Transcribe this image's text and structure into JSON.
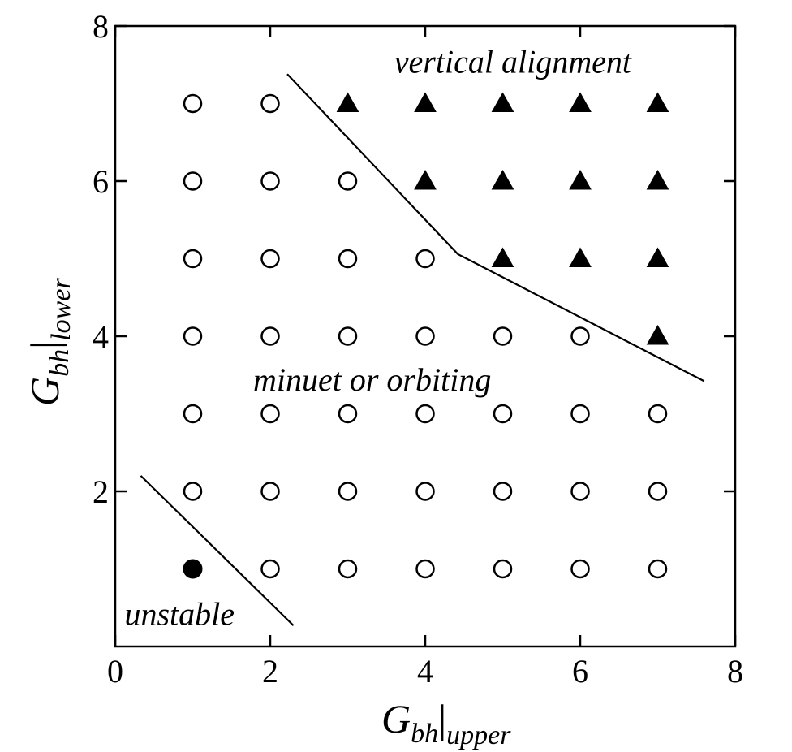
{
  "chart_data": {
    "type": "scatter",
    "title": "",
    "xlabel": {
      "main": "G",
      "sub": "bh",
      "bar": "|",
      "index": "upper"
    },
    "ylabel": {
      "main": "G",
      "sub": "bh",
      "bar": "|",
      "index": "lower"
    },
    "xlim": [
      0,
      8
    ],
    "ylim": [
      0,
      8
    ],
    "xticks": [
      0,
      2,
      4,
      6,
      8
    ],
    "yticks": [
      2,
      4,
      6,
      8
    ],
    "xtick_labels": [
      "0",
      "2",
      "4",
      "6",
      "8"
    ],
    "ytick_labels": [
      "2",
      "4",
      "6",
      "8"
    ],
    "grid": false,
    "series": [
      {
        "marker": "open-circle",
        "points": [
          [
            1,
            7
          ],
          [
            2,
            7
          ],
          [
            1,
            6
          ],
          [
            2,
            6
          ],
          [
            3,
            6
          ],
          [
            1,
            5
          ],
          [
            2,
            5
          ],
          [
            3,
            5
          ],
          [
            4,
            5
          ],
          [
            1,
            4
          ],
          [
            2,
            4
          ],
          [
            3,
            4
          ],
          [
            4,
            4
          ],
          [
            5,
            4
          ],
          [
            6,
            4
          ],
          [
            1,
            3
          ],
          [
            2,
            3
          ],
          [
            3,
            3
          ],
          [
            4,
            3
          ],
          [
            5,
            3
          ],
          [
            6,
            3
          ],
          [
            7,
            3
          ],
          [
            1,
            2
          ],
          [
            2,
            2
          ],
          [
            3,
            2
          ],
          [
            4,
            2
          ],
          [
            5,
            2
          ],
          [
            6,
            2
          ],
          [
            7,
            2
          ],
          [
            2,
            1
          ],
          [
            3,
            1
          ],
          [
            4,
            1
          ],
          [
            5,
            1
          ],
          [
            6,
            1
          ],
          [
            7,
            1
          ]
        ]
      },
      {
        "marker": "filled-triangle",
        "points": [
          [
            3,
            7
          ],
          [
            4,
            7
          ],
          [
            5,
            7
          ],
          [
            6,
            7
          ],
          [
            7,
            7
          ],
          [
            4,
            6
          ],
          [
            5,
            6
          ],
          [
            6,
            6
          ],
          [
            7,
            6
          ],
          [
            5,
            5
          ],
          [
            6,
            5
          ],
          [
            7,
            5
          ],
          [
            7,
            4
          ]
        ]
      },
      {
        "marker": "filled-circle",
        "points": [
          [
            1,
            1
          ]
        ]
      }
    ],
    "boundaries": [
      {
        "points": [
          [
            2.22,
            7.38
          ],
          [
            4.42,
            5.06
          ],
          [
            7.6,
            3.42
          ]
        ]
      },
      {
        "points": [
          [
            0.33,
            2.2
          ],
          [
            2.3,
            0.27
          ]
        ]
      }
    ],
    "annotations": [
      {
        "text": "vertical alignment",
        "x": 3.6,
        "y": 7.4
      },
      {
        "text": "minuet or orbiting",
        "x": 1.78,
        "y": 3.3
      },
      {
        "text": "unstable",
        "x": 0.12,
        "y": 0.28
      }
    ],
    "colors": {
      "axis": "#000000",
      "marker": "#000000",
      "background": "#ffffff"
    }
  }
}
